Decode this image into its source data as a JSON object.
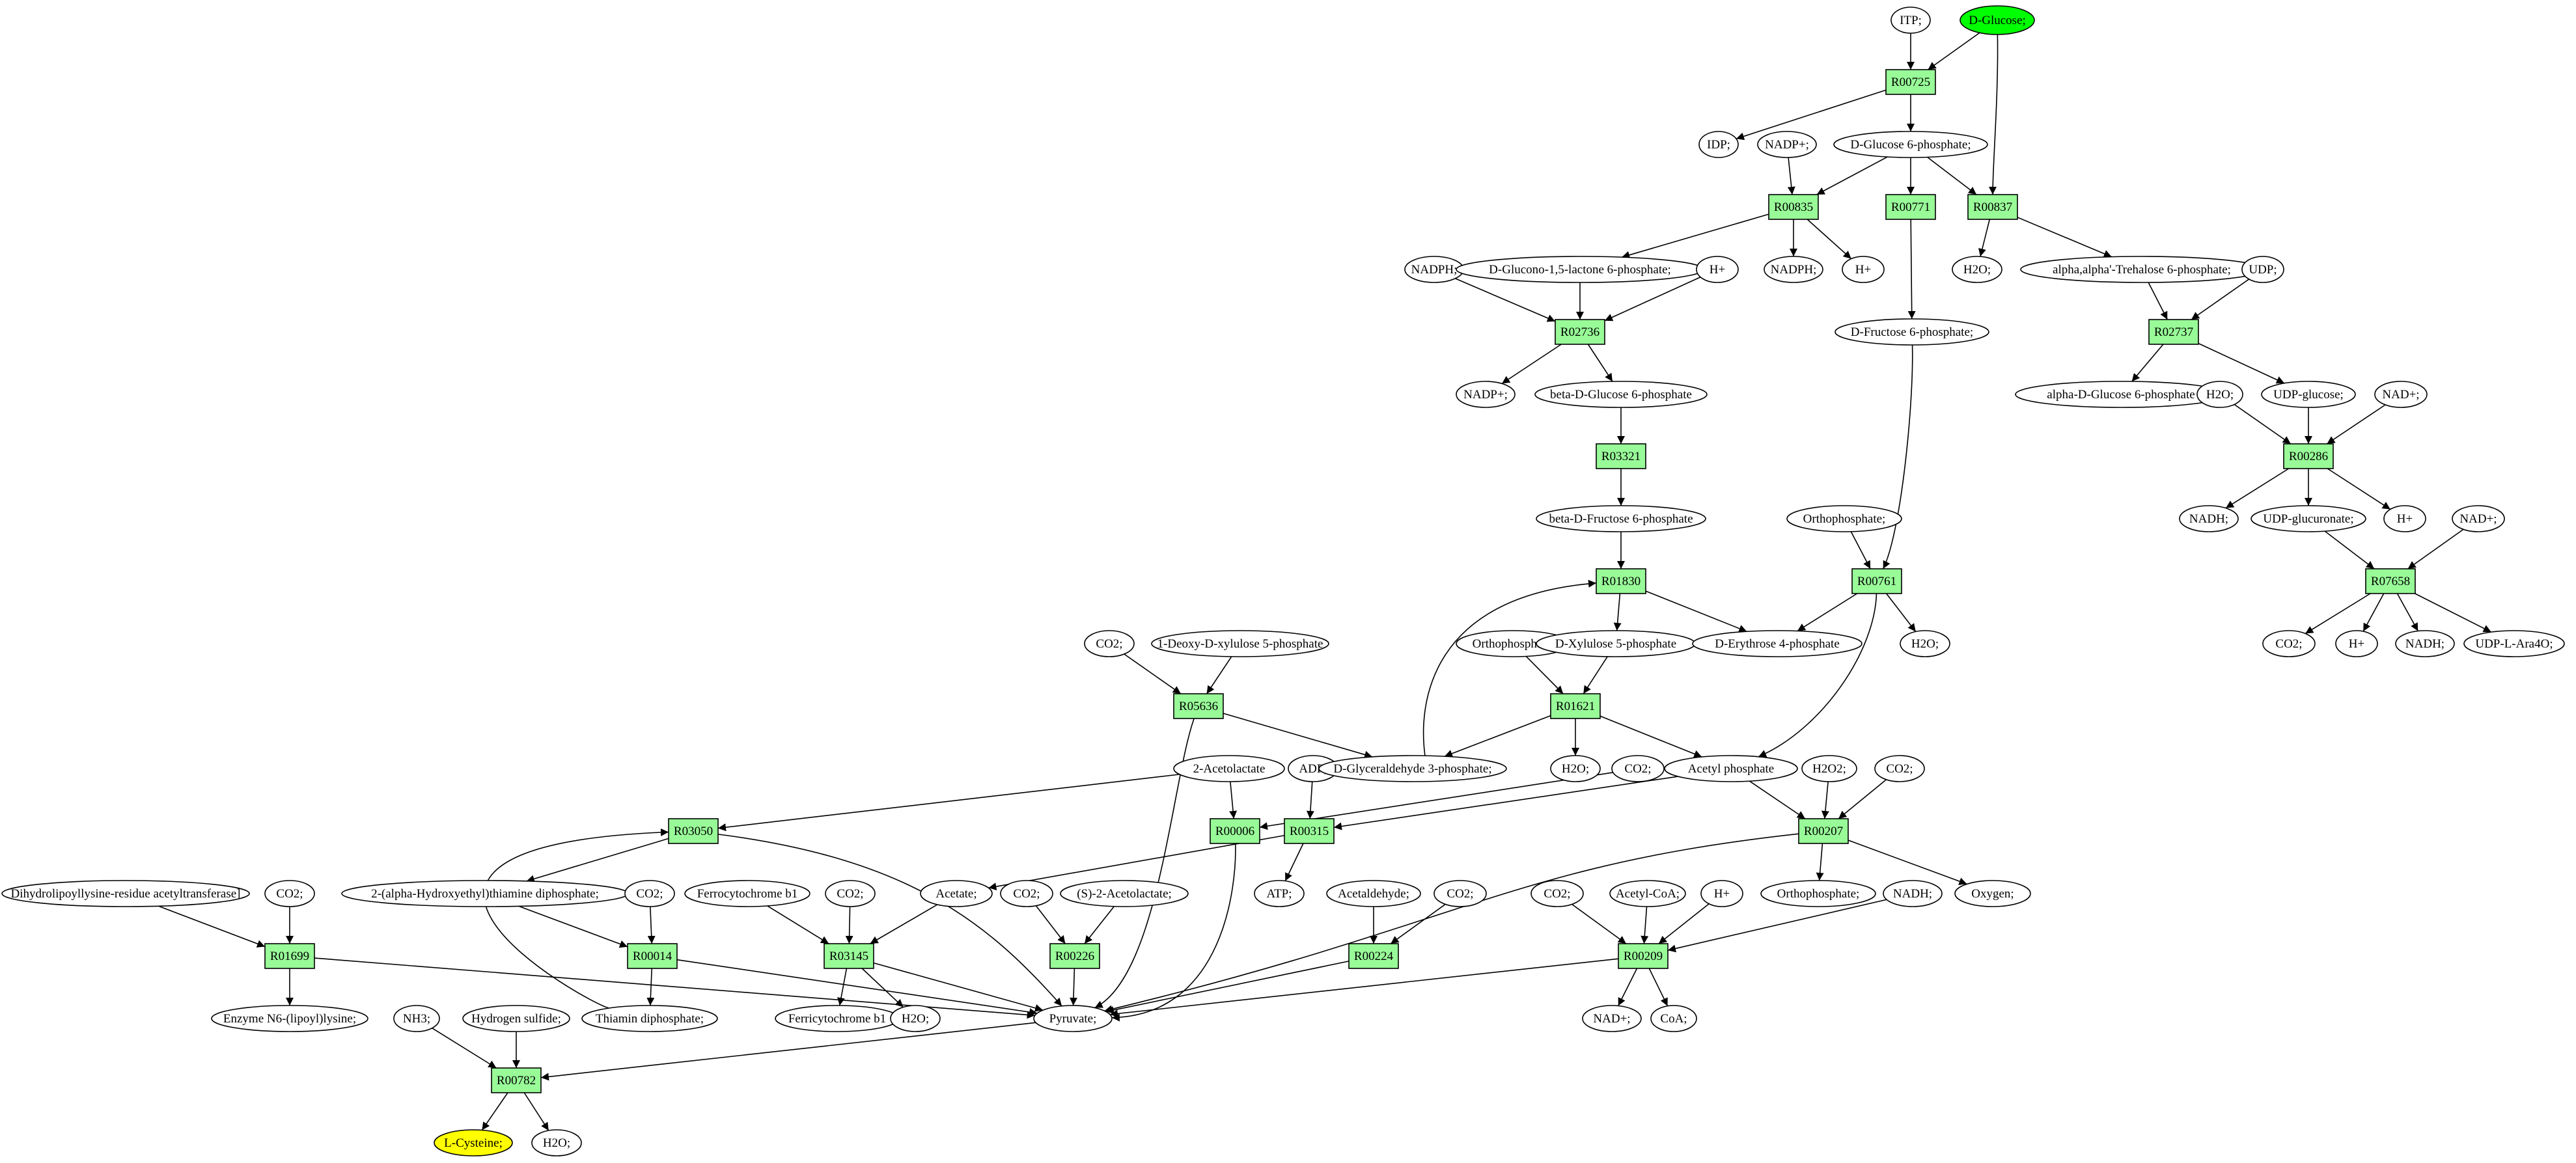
{
  "colors": {
    "reaction": "#98fb98",
    "start": "#00ff00",
    "target": "#ffff00",
    "metabolite": "#ffffff",
    "line": "#000000"
  },
  "nodes": [
    {
      "id": "itp",
      "label": "ITP;",
      "kind": "metabolite"
    },
    {
      "id": "dglucose",
      "label": "D-Glucose;",
      "kind": "start"
    },
    {
      "id": "r00725",
      "label": "R00725",
      "kind": "reaction"
    },
    {
      "id": "idp",
      "label": "IDP;",
      "kind": "metabolite"
    },
    {
      "id": "nadp1",
      "label": "NADP+;",
      "kind": "metabolite"
    },
    {
      "id": "g6p",
      "label": "D-Glucose 6-phosphate;",
      "kind": "metabolite"
    },
    {
      "id": "r00835",
      "label": "R00835",
      "kind": "reaction"
    },
    {
      "id": "r00771",
      "label": "R00771",
      "kind": "reaction"
    },
    {
      "id": "r00837",
      "label": "R00837",
      "kind": "reaction"
    },
    {
      "id": "nadph1",
      "label": "NADPH;",
      "kind": "metabolite"
    },
    {
      "id": "glucono",
      "label": "D-Glucono-1,5-lactone 6-phosphate;",
      "kind": "metabolite"
    },
    {
      "id": "nadph2",
      "label": "NADPH;",
      "kind": "metabolite"
    },
    {
      "id": "h1",
      "label": "H+",
      "kind": "metabolite"
    },
    {
      "id": "h2",
      "label": "H+",
      "kind": "metabolite"
    },
    {
      "id": "h2o1",
      "label": "H2O;",
      "kind": "metabolite"
    },
    {
      "id": "trehalose",
      "label": "alpha,alpha'-Trehalose 6-phosphate;",
      "kind": "metabolite"
    },
    {
      "id": "udp",
      "label": "UDP;",
      "kind": "metabolite"
    },
    {
      "id": "r02736",
      "label": "R02736",
      "kind": "reaction"
    },
    {
      "id": "f6p",
      "label": "D-Fructose 6-phosphate;",
      "kind": "metabolite"
    },
    {
      "id": "r02737",
      "label": "R02737",
      "kind": "reaction"
    },
    {
      "id": "nadp2",
      "label": "NADP+;",
      "kind": "metabolite"
    },
    {
      "id": "betag6p",
      "label": "beta-D-Glucose 6-phosphate",
      "kind": "metabolite"
    },
    {
      "id": "alphag6p",
      "label": "alpha-D-Glucose 6-phosphate",
      "kind": "metabolite"
    },
    {
      "id": "h2o2",
      "label": "H2O;",
      "kind": "metabolite"
    },
    {
      "id": "udpglucose",
      "label": "UDP-glucose;",
      "kind": "metabolite"
    },
    {
      "id": "nad1",
      "label": "NAD+;",
      "kind": "metabolite"
    },
    {
      "id": "r03321",
      "label": "R03321",
      "kind": "reaction"
    },
    {
      "id": "r00286",
      "label": "R00286",
      "kind": "reaction"
    },
    {
      "id": "betaf6p",
      "label": "beta-D-Fructose 6-phosphate",
      "kind": "metabolite"
    },
    {
      "id": "ortho1",
      "label": "Orthophosphate;",
      "kind": "metabolite"
    },
    {
      "id": "nadh1",
      "label": "NADH;",
      "kind": "metabolite"
    },
    {
      "id": "udpglucuronate",
      "label": "UDP-glucuronate;",
      "kind": "metabolite"
    },
    {
      "id": "h3",
      "label": "H+",
      "kind": "metabolite"
    },
    {
      "id": "nad2",
      "label": "NAD+;",
      "kind": "metabolite"
    },
    {
      "id": "r01830",
      "label": "R01830",
      "kind": "reaction"
    },
    {
      "id": "r00761",
      "label": "R00761",
      "kind": "reaction"
    },
    {
      "id": "r07658",
      "label": "R07658",
      "kind": "reaction"
    },
    {
      "id": "co2a",
      "label": "CO2;",
      "kind": "metabolite"
    },
    {
      "id": "deoxyxyl",
      "label": "1-Deoxy-D-xylulose 5-phosphate",
      "kind": "metabolite"
    },
    {
      "id": "ortho2",
      "label": "Orthophosphate;",
      "kind": "metabolite"
    },
    {
      "id": "xyl5p",
      "label": "D-Xylulose 5-phosphate",
      "kind": "metabolite"
    },
    {
      "id": "e4p",
      "label": "D-Erythrose 4-phosphate",
      "kind": "metabolite"
    },
    {
      "id": "h2o3",
      "label": "H2O;",
      "kind": "metabolite"
    },
    {
      "id": "co2b",
      "label": "CO2;",
      "kind": "metabolite"
    },
    {
      "id": "h4",
      "label": "H+",
      "kind": "metabolite"
    },
    {
      "id": "nadh2",
      "label": "NADH;",
      "kind": "metabolite"
    },
    {
      "id": "udpara",
      "label": "UDP-L-Ara4O;",
      "kind": "metabolite"
    },
    {
      "id": "r05636",
      "label": "R05636",
      "kind": "reaction"
    },
    {
      "id": "r01621",
      "label": "R01621",
      "kind": "reaction"
    },
    {
      "id": "acetolactate",
      "label": "2-Acetolactate",
      "kind": "metabolite"
    },
    {
      "id": "adp",
      "label": "ADP;",
      "kind": "metabolite"
    },
    {
      "id": "gap",
      "label": "D-Glyceraldehyde 3-phosphate;",
      "kind": "metabolite"
    },
    {
      "id": "h2o4",
      "label": "H2O;",
      "kind": "metabolite"
    },
    {
      "id": "co2c",
      "label": "CO2;",
      "kind": "metabolite"
    },
    {
      "id": "acetylp",
      "label": "Acetyl phosphate",
      "kind": "metabolite"
    },
    {
      "id": "h2o2b",
      "label": "H2O2;",
      "kind": "metabolite"
    },
    {
      "id": "co2d",
      "label": "CO2;",
      "kind": "metabolite"
    },
    {
      "id": "r03050",
      "label": "R03050",
      "kind": "reaction"
    },
    {
      "id": "r00006",
      "label": "R00006",
      "kind": "reaction"
    },
    {
      "id": "r00315",
      "label": "R00315",
      "kind": "reaction"
    },
    {
      "id": "r00207",
      "label": "R00207",
      "kind": "reaction"
    },
    {
      "id": "dihydro",
      "label": "Dihydrolipoyllysine-residue acetyltransferase]",
      "kind": "metabolite"
    },
    {
      "id": "co2e",
      "label": "CO2;",
      "kind": "metabolite"
    },
    {
      "id": "hetpp",
      "label": "2-(alpha-Hydroxyethyl)thiamine diphosphate;",
      "kind": "metabolite"
    },
    {
      "id": "co2f",
      "label": "CO2;",
      "kind": "metabolite"
    },
    {
      "id": "ferroc",
      "label": "Ferrocytochrome b1",
      "kind": "metabolite"
    },
    {
      "id": "co2g",
      "label": "CO2;",
      "kind": "metabolite"
    },
    {
      "id": "acetate",
      "label": "Acetate;",
      "kind": "metabolite"
    },
    {
      "id": "atp",
      "label": "ATP;",
      "kind": "metabolite"
    },
    {
      "id": "co2h",
      "label": "CO2;",
      "kind": "metabolite"
    },
    {
      "id": "sacetolactate",
      "label": "(S)-2-Acetolactate;",
      "kind": "metabolite"
    },
    {
      "id": "acetaldehyde",
      "label": "Acetaldehyde;",
      "kind": "metabolite"
    },
    {
      "id": "co2i",
      "label": "CO2;",
      "kind": "metabolite"
    },
    {
      "id": "co2j",
      "label": "CO2;",
      "kind": "metabolite"
    },
    {
      "id": "acetylcoa",
      "label": "Acetyl-CoA;",
      "kind": "metabolite"
    },
    {
      "id": "h5",
      "label": "H+",
      "kind": "metabolite"
    },
    {
      "id": "ortho3",
      "label": "Orthophosphate;",
      "kind": "metabolite"
    },
    {
      "id": "nadh3",
      "label": "NADH;",
      "kind": "metabolite"
    },
    {
      "id": "oxygen",
      "label": "Oxygen;",
      "kind": "metabolite"
    },
    {
      "id": "r01699",
      "label": "R01699",
      "kind": "reaction"
    },
    {
      "id": "r00014",
      "label": "R00014",
      "kind": "reaction"
    },
    {
      "id": "r03145",
      "label": "R03145",
      "kind": "reaction"
    },
    {
      "id": "r00226",
      "label": "R00226",
      "kind": "reaction"
    },
    {
      "id": "r00224",
      "label": "R00224",
      "kind": "reaction"
    },
    {
      "id": "r00209",
      "label": "R00209",
      "kind": "reaction"
    },
    {
      "id": "enzyme",
      "label": "Enzyme N6-(lipoyl)lysine;",
      "kind": "metabolite"
    },
    {
      "id": "nh3",
      "label": "NH3;",
      "kind": "metabolite"
    },
    {
      "id": "h2s",
      "label": "Hydrogen sulfide;",
      "kind": "metabolite"
    },
    {
      "id": "tpp",
      "label": "Thiamin diphosphate;",
      "kind": "metabolite"
    },
    {
      "id": "ferric",
      "label": "Ferricytochrome b1",
      "kind": "metabolite"
    },
    {
      "id": "h2o5",
      "label": "H2O;",
      "kind": "metabolite"
    },
    {
      "id": "pyruvate",
      "label": "Pyruvate;",
      "kind": "metabolite"
    },
    {
      "id": "nad3",
      "label": "NAD+;",
      "kind": "metabolite"
    },
    {
      "id": "coa",
      "label": "CoA;",
      "kind": "metabolite"
    },
    {
      "id": "r00782",
      "label": "R00782",
      "kind": "reaction"
    },
    {
      "id": "lcys",
      "label": "L-Cysteine;",
      "kind": "target"
    },
    {
      "id": "h2o6",
      "label": "H2O;",
      "kind": "metabolite"
    }
  ],
  "edges": [
    [
      "itp",
      "r00725"
    ],
    [
      "dglucose",
      "r00725"
    ],
    [
      "dglucose",
      "r00837"
    ],
    [
      "r00725",
      "idp"
    ],
    [
      "r00725",
      "g6p"
    ],
    [
      "nadp1",
      "r00835"
    ],
    [
      "g6p",
      "r00835"
    ],
    [
      "g6p",
      "r00771"
    ],
    [
      "g6p",
      "r00837"
    ],
    [
      "r00835",
      "glucono"
    ],
    [
      "r00835",
      "nadph2"
    ],
    [
      "r00835",
      "h2"
    ],
    [
      "r00837",
      "h2o1"
    ],
    [
      "r00837",
      "trehalose"
    ],
    [
      "nadph1",
      "r02736"
    ],
    [
      "glucono",
      "r02736"
    ],
    [
      "h1",
      "r02736"
    ],
    [
      "r02736",
      "nadp2"
    ],
    [
      "r02736",
      "betag6p"
    ],
    [
      "r00771",
      "f6p"
    ],
    [
      "trehalose",
      "r02737"
    ],
    [
      "udp",
      "r02737"
    ],
    [
      "r02737",
      "alphag6p"
    ],
    [
      "r02737",
      "udpglucose"
    ],
    [
      "betag6p",
      "r03321"
    ],
    [
      "r03321",
      "betaf6p"
    ],
    [
      "betaf6p",
      "r01830"
    ],
    [
      "h2o2",
      "r00286"
    ],
    [
      "udpglucose",
      "r00286"
    ],
    [
      "nad1",
      "r00286"
    ],
    [
      "r00286",
      "nadh1"
    ],
    [
      "r00286",
      "udpglucuronate"
    ],
    [
      "r00286",
      "h3"
    ],
    [
      "udpglucuronate",
      "r07658"
    ],
    [
      "nad2",
      "r07658"
    ],
    [
      "r07658",
      "co2b"
    ],
    [
      "r07658",
      "h4"
    ],
    [
      "r07658",
      "nadh2"
    ],
    [
      "r07658",
      "udpara"
    ],
    [
      "f6p",
      "r00761"
    ],
    [
      "ortho1",
      "r00761"
    ],
    [
      "r00761",
      "e4p"
    ],
    [
      "r00761",
      "h2o3"
    ],
    [
      "r00761",
      "acetylp"
    ],
    [
      "r01830",
      "xyl5p"
    ],
    [
      "r01830",
      "e4p"
    ],
    [
      "gap",
      "r01830"
    ],
    [
      "ortho2",
      "r01621"
    ],
    [
      "xyl5p",
      "r01621"
    ],
    [
      "r01621",
      "gap"
    ],
    [
      "r01621",
      "h2o4"
    ],
    [
      "r01621",
      "acetylp"
    ],
    [
      "co2a",
      "r05636"
    ],
    [
      "deoxyxyl",
      "r05636"
    ],
    [
      "r05636",
      "gap"
    ],
    [
      "r05636",
      "pyruvate"
    ],
    [
      "acetolactate",
      "r03050"
    ],
    [
      "acetolactate",
      "r00006"
    ],
    [
      "co2c",
      "r00006"
    ],
    [
      "r00006",
      "pyruvate"
    ],
    [
      "adp",
      "r00315"
    ],
    [
      "acetylp",
      "r00315"
    ],
    [
      "r00315",
      "acetate"
    ],
    [
      "r00315",
      "atp"
    ],
    [
      "acetylp",
      "r00207"
    ],
    [
      "h2o2b",
      "r00207"
    ],
    [
      "co2d",
      "r00207"
    ],
    [
      "r00207",
      "ortho3"
    ],
    [
      "r00207",
      "oxygen"
    ],
    [
      "r00207",
      "pyruvate"
    ],
    [
      "r03050",
      "hetpp"
    ],
    [
      "r03050",
      "pyruvate"
    ],
    [
      "tpp",
      "r03050"
    ],
    [
      "dihydro",
      "r01699"
    ],
    [
      "co2e",
      "r01699"
    ],
    [
      "r01699",
      "enzyme"
    ],
    [
      "r01699",
      "pyruvate"
    ],
    [
      "hetpp",
      "r00014"
    ],
    [
      "co2f",
      "r00014"
    ],
    [
      "r00014",
      "tpp"
    ],
    [
      "r00014",
      "pyruvate"
    ],
    [
      "ferroc",
      "r03145"
    ],
    [
      "co2g",
      "r03145"
    ],
    [
      "acetate",
      "r03145"
    ],
    [
      "r03145",
      "ferric"
    ],
    [
      "r03145",
      "h2o5"
    ],
    [
      "r03145",
      "pyruvate"
    ],
    [
      "co2h",
      "r00226"
    ],
    [
      "sacetolactate",
      "r00226"
    ],
    [
      "r00226",
      "pyruvate"
    ],
    [
      "acetaldehyde",
      "r00224"
    ],
    [
      "co2i",
      "r00224"
    ],
    [
      "r00224",
      "pyruvate"
    ],
    [
      "co2j",
      "r00209"
    ],
    [
      "acetylcoa",
      "r00209"
    ],
    [
      "h5",
      "r00209"
    ],
    [
      "nadh3",
      "r00209"
    ],
    [
      "r00209",
      "nad3"
    ],
    [
      "r00209",
      "coa"
    ],
    [
      "r00209",
      "pyruvate"
    ],
    [
      "pyruvate",
      "r00782"
    ],
    [
      "nh3",
      "r00782"
    ],
    [
      "h2s",
      "r00782"
    ],
    [
      "r00782",
      "lcys"
    ],
    [
      "r00782",
      "h2o6"
    ]
  ]
}
